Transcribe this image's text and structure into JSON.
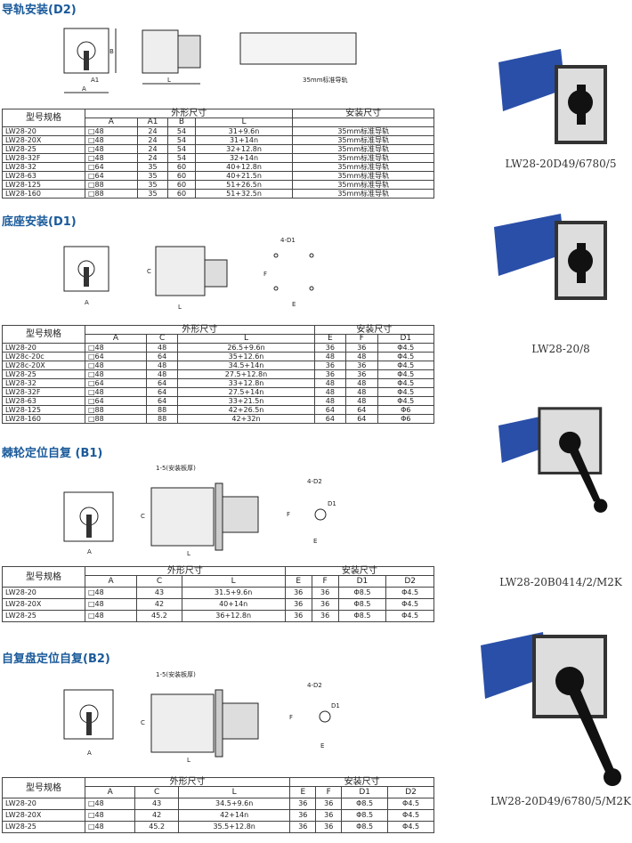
{
  "sections": [
    {
      "title": "导轨安装(D2)",
      "rail_label": "35mm标准导轨",
      "dims": [
        "A",
        "A1",
        "B",
        "L"
      ],
      "head1": [
        "型号规格",
        "外形尺寸",
        "安装尺寸"
      ],
      "head2": [
        "A",
        "A1",
        "B",
        "L",
        ""
      ],
      "rows": [
        [
          "LW28-20",
          "□48",
          "24",
          "54",
          "31+9.6n",
          "35mm标准导轨"
        ],
        [
          "LW28-20X",
          "□48",
          "24",
          "54",
          "31+14n",
          "35mm标准导轨"
        ],
        [
          "LW28-25",
          "□48",
          "24",
          "54",
          "32+12.8n",
          "35mm标准导轨"
        ],
        [
          "LW28-32F",
          "□48",
          "24",
          "54",
          "32+14n",
          "35mm标准导轨"
        ],
        [
          "LW28-32",
          "□64",
          "35",
          "60",
          "40+12.8n",
          "35mm标准导轨"
        ],
        [
          "LW28-63",
          "□64",
          "35",
          "60",
          "40+21.5n",
          "35mm标准导轨"
        ],
        [
          "LW28-125",
          "□88",
          "35",
          "60",
          "51+26.5n",
          "35mm标准导轨"
        ],
        [
          "LW28-160",
          "□88",
          "35",
          "60",
          "51+32.5n",
          "35mm标准导轨"
        ]
      ]
    },
    {
      "title": "底座安装(D1)",
      "dims": [
        "A",
        "C",
        "L",
        "4-D1",
        "F",
        "E"
      ],
      "head1": [
        "型号规格",
        "外形尺寸",
        "安装尺寸"
      ],
      "head2": [
        "A",
        "C",
        "L",
        "E",
        "F",
        "D1"
      ],
      "rows": [
        [
          "LW28-20",
          "□48",
          "48",
          "26.5+9.6n",
          "36",
          "36",
          "Φ4.5"
        ],
        [
          "LW28c-20c",
          "□64",
          "64",
          "35+12.6n",
          "48",
          "48",
          "Φ4.5"
        ],
        [
          "LW28c-20X",
          "□48",
          "48",
          "34.5+14n",
          "36",
          "36",
          "Φ4.5"
        ],
        [
          "LW28-25",
          "□48",
          "48",
          "27.5+12.8n",
          "36",
          "36",
          "Φ4.5"
        ],
        [
          "LW28-32",
          "□64",
          "64",
          "33+12.8n",
          "48",
          "48",
          "Φ4.5"
        ],
        [
          "LW28-32F",
          "□48",
          "64",
          "27.5+14n",
          "48",
          "48",
          "Φ4.5"
        ],
        [
          "LW28-63",
          "□64",
          "64",
          "33+21.5n",
          "48",
          "48",
          "Φ4.5"
        ],
        [
          "LW28-125",
          "□88",
          "88",
          "42+26.5n",
          "64",
          "64",
          "Φ6"
        ],
        [
          "LW28-160",
          "□88",
          "88",
          "42+32n",
          "64",
          "64",
          "Φ6"
        ]
      ]
    },
    {
      "title": "棘轮定位自复 (B1)",
      "plate_label": "1-5(安装板厚)",
      "dims": [
        "A",
        "C",
        "L",
        "4-D2",
        "D1",
        "F",
        "E"
      ],
      "head1": [
        "型号规格",
        "外形尺寸",
        "安装尺寸"
      ],
      "head2": [
        "A",
        "C",
        "L",
        "E",
        "F",
        "D1",
        "D2"
      ],
      "rows": [
        [
          "LW28-20",
          "□48",
          "43",
          "31.5+9.6n",
          "36",
          "36",
          "Φ8.5",
          "Φ4.5"
        ],
        [
          "LW28-20X",
          "□48",
          "42",
          "40+14n",
          "36",
          "36",
          "Φ8.5",
          "Φ4.5"
        ],
        [
          "LW28-25",
          "□48",
          "45.2",
          "36+12.8n",
          "36",
          "36",
          "Φ8.5",
          "Φ4.5"
        ]
      ]
    },
    {
      "title": "自复盘定位自复(B2)",
      "plate_label": "1-5(安装板厚)",
      "dims": [
        "A",
        "C",
        "L",
        "4-D2",
        "D1",
        "F",
        "E"
      ],
      "head1": [
        "型号规格",
        "外形尺寸",
        "安装尺寸"
      ],
      "head2": [
        "A",
        "C",
        "L",
        "E",
        "F",
        "D1",
        "D2"
      ],
      "rows": [
        [
          "LW28-20",
          "□48",
          "43",
          "34.5+9.6n",
          "36",
          "36",
          "Φ8.5",
          "Φ4.5"
        ],
        [
          "LW28-20X",
          "□48",
          "42",
          "42+14n",
          "36",
          "36",
          "Φ8.5",
          "Φ4.5"
        ],
        [
          "LW28-25",
          "□48",
          "45.2",
          "35.5+12.8n",
          "36",
          "36",
          "Φ8.5",
          "Φ4.5"
        ]
      ]
    }
  ],
  "products": [
    "LW28-20D49/6780/5",
    "LW28-20/8",
    "LW28-20B0414/2/M2K",
    "LW28-20D49/6780/5/M2K"
  ],
  "colors": {
    "heading": "#1a5a9a",
    "cam_blue": "#2a4fa8"
  }
}
